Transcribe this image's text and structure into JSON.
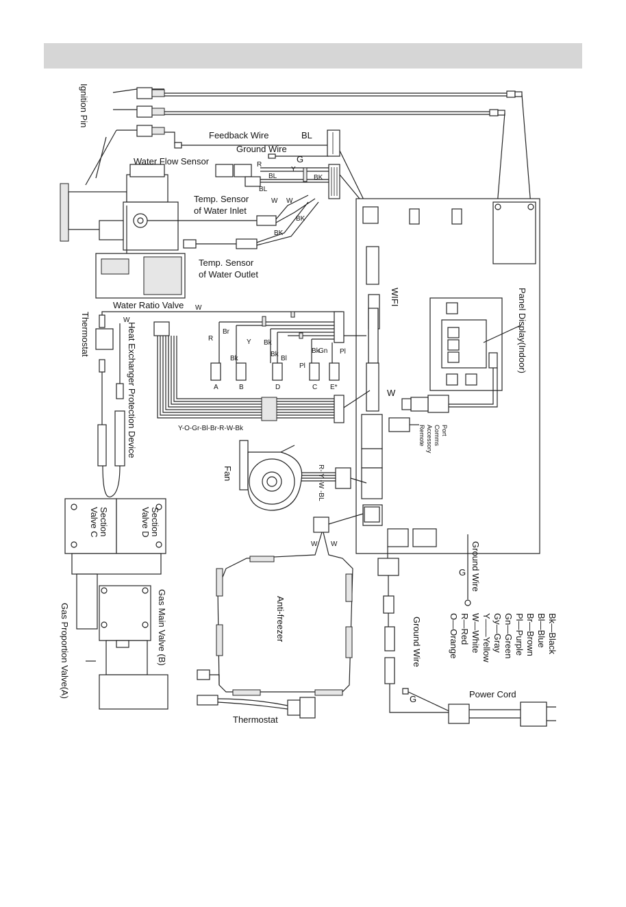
{
  "labels": {
    "ignition_pin": "Ignition Pin",
    "feedback_wire": "Feedback Wire",
    "ground_wire_top": "Ground Wire",
    "water_flow_sensor": "Water Flow Sensor",
    "temp_inlet_1": "Temp. Sensor",
    "temp_inlet_2": "of Water Inlet",
    "temp_outlet_1": "Temp. Sensor",
    "temp_outlet_2": "of Water Outlet",
    "water_ratio_valve": "Water Ratio Valve",
    "wifi": "WIFI",
    "panel_display": "Panel Display(Indoor)",
    "thermostat_left": "Thermostat",
    "heat_exchanger": "Heat Exchanger Protection Device",
    "remote_1": "Remote",
    "remote_2": "Accessory",
    "remote_3": "Comms",
    "remote_4": "Port",
    "fan": "Fan",
    "fan_wires": "R- Y -W -BL",
    "wire_bundle": "Y-O-Gr-Bl-Br-R-W-Bk",
    "section_valve_c_1": "Section",
    "section_valve_c_2": "Valve C",
    "section_valve_d_1": "Section",
    "section_valve_d_2": "Valve D",
    "gas_main_valve": "Gas Main Valve (B)",
    "gas_proportion_valve": "Gas Proportion Valve(A)",
    "anti_freezer": "Anti-freezer",
    "thermostat_bottom": "Thermostat",
    "ground_wire_right": "Ground Wire",
    "ground_wire_bottom": "Ground Wire",
    "power_cord": "Power Cord"
  },
  "wire_codes": {
    "bl": "BL",
    "g": "G",
    "r": "R",
    "y": "Y",
    "bl2": "BL",
    "bl3": "BL",
    "bk1": "BK",
    "bk2": "BK",
    "bk3": "BK",
    "w1": "W",
    "w2": "W",
    "w_thermo": "W",
    "w_heat": "W",
    "w_panel": "W",
    "r2": "R",
    "br": "Br",
    "y2": "Y",
    "bk4": "Bk",
    "bk5": "Bk",
    "bk6": "Bk",
    "bk7": "Bk",
    "bl4": "Bl",
    "gn": "Gn",
    "pl": "Pl",
    "pl2": "Pl",
    "w_af1": "W",
    "w_af2": "W",
    "g_right": "G",
    "g_bottom": "G"
  },
  "connectors": {
    "a": "A",
    "b": "B",
    "d": "D",
    "c": "C",
    "e": "E*"
  },
  "legend": [
    "Bk—Black",
    "Bl—Blue",
    "Br—Brown",
    "Pl—Purple",
    "Gn—Green",
    "Gy—Gray",
    "Y——Yellow",
    "W—White",
    "R—Red",
    "O—Orange"
  ]
}
